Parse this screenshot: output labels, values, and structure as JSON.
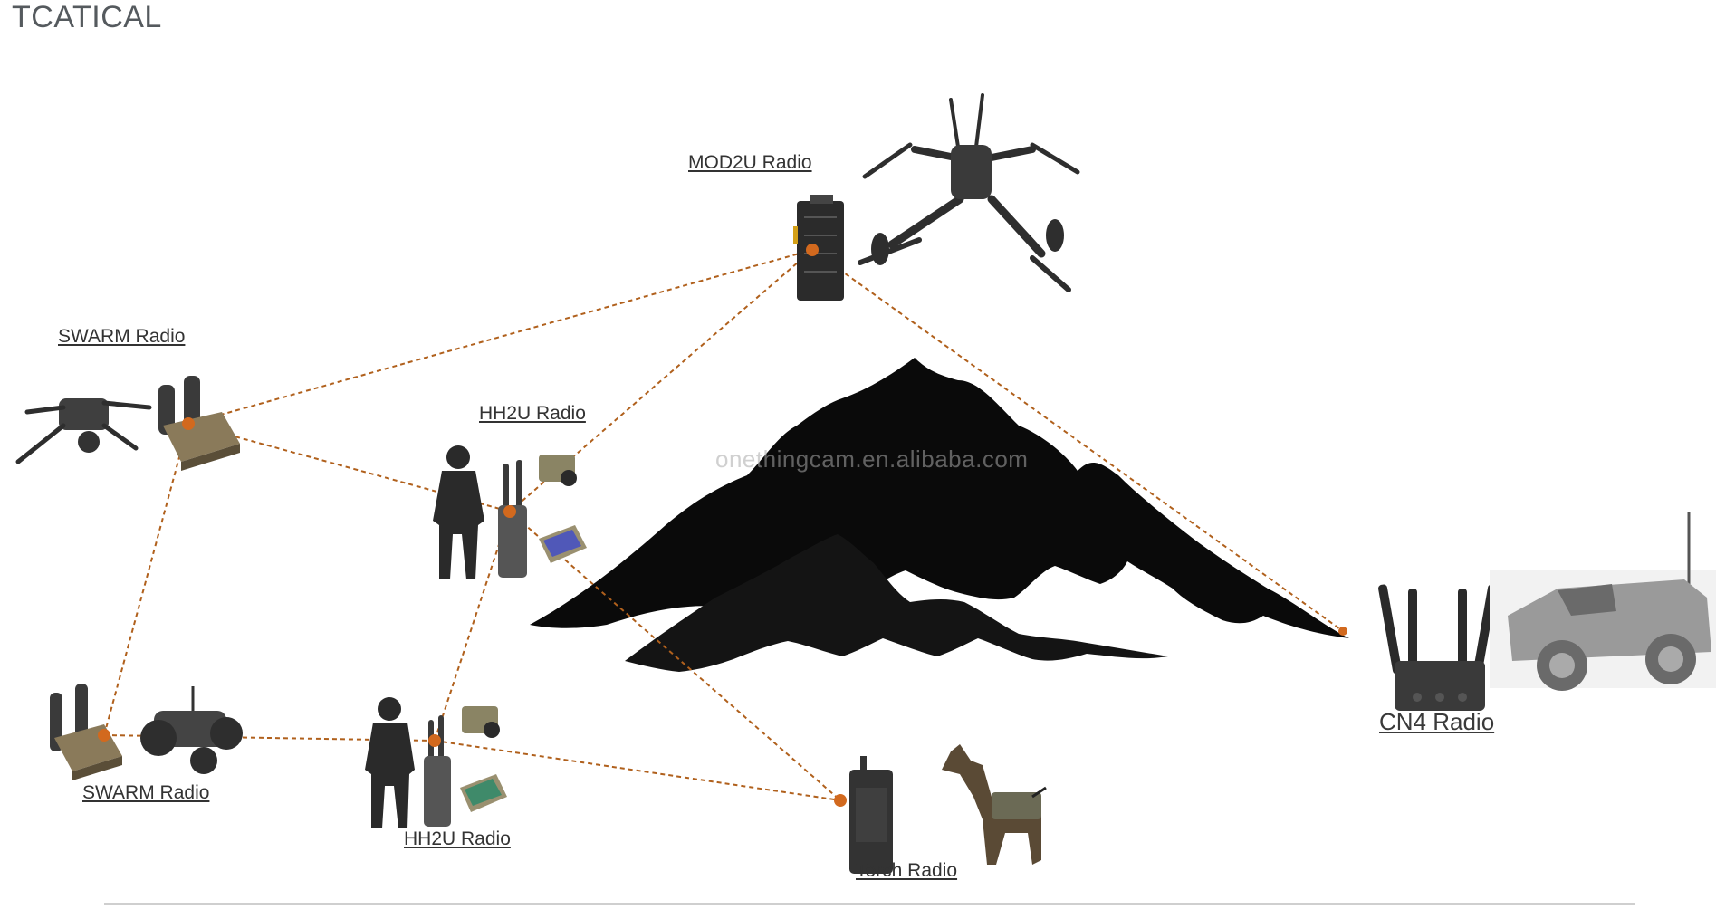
{
  "title": "TCATICAL",
  "watermark": "onethingcam.en.alibaba.com",
  "colors": {
    "link_line": "#b0601c",
    "node_dot": "#d2691e",
    "device_dark": "#3b3b3b",
    "terrain": "#0a0a0a"
  },
  "nodes": {
    "mod2u": {
      "label": "MOD2U Radio",
      "icons": [
        "radio-module-icon",
        "quadcopter-drone-icon"
      ]
    },
    "swarm_top": {
      "label": "SWARM Radio",
      "icons": [
        "swarm-radio-icon",
        "quadcopter-drone-icon"
      ]
    },
    "hh2u_top": {
      "label": "HH2U Radio",
      "icons": [
        "soldier-icon",
        "handheld-radio-icon",
        "camera-icon",
        "tablet-icon"
      ]
    },
    "swarm_bottom": {
      "label": "SWARM Radio",
      "icons": [
        "swarm-radio-icon",
        "robot-rover-icon"
      ]
    },
    "hh2u_bottom": {
      "label": "HH2U Radio",
      "icons": [
        "soldier-icon",
        "handheld-radio-icon",
        "camera-icon",
        "tablet-icon"
      ]
    },
    "torch": {
      "label": "Torch Radio",
      "icons": [
        "torch-radio-icon",
        "k9-dog-icon"
      ]
    },
    "cn4": {
      "label": "CN4 Radio",
      "icons": [
        "cn4-router-icon",
        "armored-vehicle-icon"
      ]
    }
  },
  "links": [
    [
      "swarm_top",
      "mod2u"
    ],
    [
      "swarm_top",
      "hh2u_top"
    ],
    [
      "swarm_top",
      "swarm_bottom"
    ],
    [
      "hh2u_top",
      "mod2u"
    ],
    [
      "hh2u_top",
      "hh2u_bottom"
    ],
    [
      "hh2u_top",
      "torch"
    ],
    [
      "swarm_bottom",
      "hh2u_bottom"
    ],
    [
      "hh2u_bottom",
      "torch"
    ],
    [
      "mod2u",
      "cn4"
    ]
  ]
}
